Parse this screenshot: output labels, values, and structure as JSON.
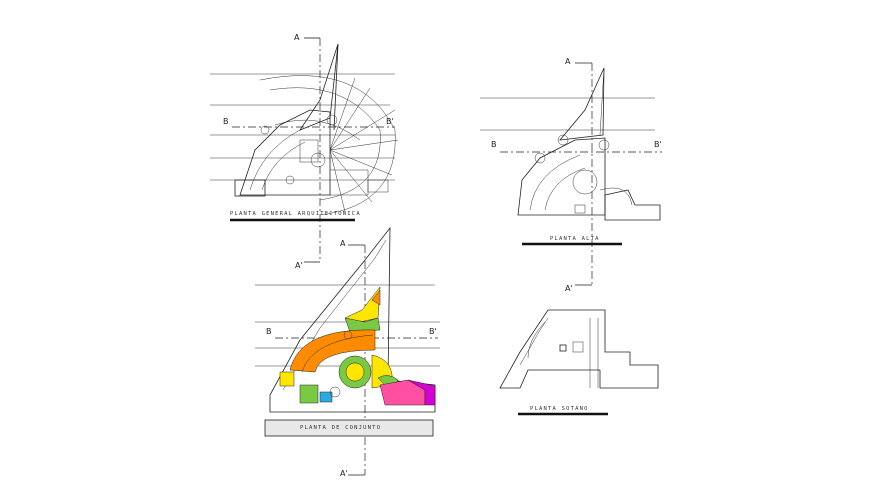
{
  "labels": {
    "a": "A",
    "a_prime": "A'",
    "b": "B",
    "b_prime": "B'"
  },
  "titles": {
    "plan1": "PLANTA GENERAL ARQUITECTONICA",
    "plan2": "PLANTA ALTA",
    "plan3": "PLANTA DE CONJUNTO",
    "plan4": "PLANTA SOTANO"
  },
  "colors": {
    "orange": "#ff8c00",
    "yellow": "#ffe600",
    "green": "#7ac943",
    "pink": "#ff4fa3",
    "magenta": "#d400d4",
    "cyan": "#29abe2",
    "line": "#222222",
    "background": "#ffffff"
  }
}
